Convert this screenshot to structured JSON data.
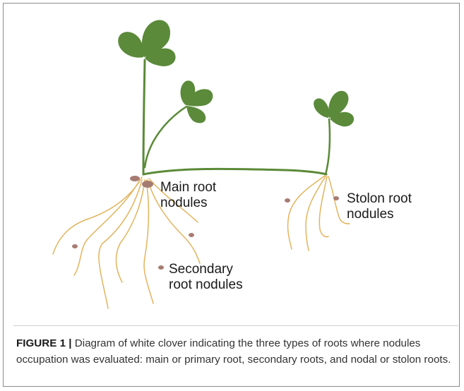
{
  "diagram": {
    "labels": {
      "main_root": [
        "Main root",
        "nodules"
      ],
      "stolon_root": [
        "Stolon root",
        "nodules"
      ],
      "secondary_root": [
        "Secondary",
        "root nodules"
      ]
    },
    "colors": {
      "leaf": "#5b8a3a",
      "stem": "#5a8a37",
      "root": "#e3b45d",
      "nodule": "#a67c72",
      "label_text": "#1a1a1a"
    }
  },
  "caption": {
    "figure_label": "FIGURE 1 |",
    "text": "Diagram of white clover indicating the three types of roots where nodules occupation was evaluated: main or primary root, secondary roots, and nodal or stolon roots."
  }
}
